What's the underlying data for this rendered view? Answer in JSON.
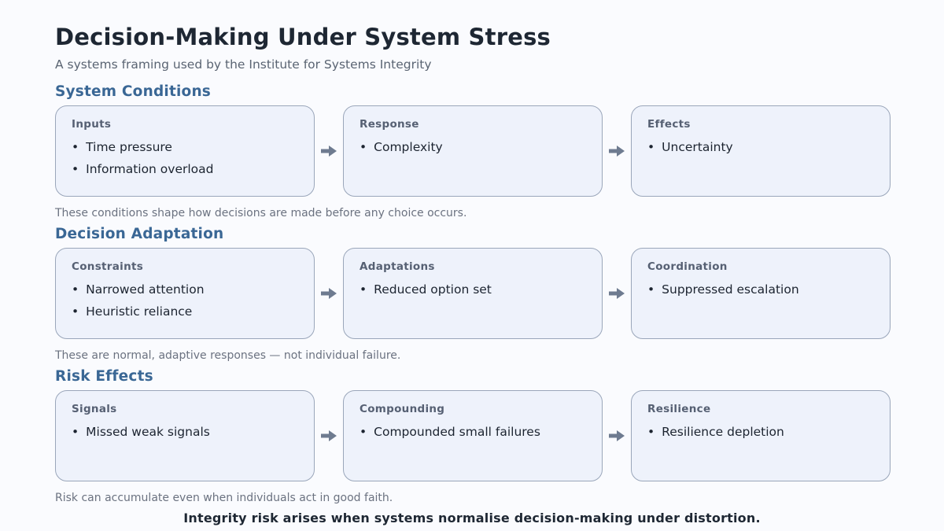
{
  "page": {
    "title": "Decision-Making Under System Stress",
    "subtitle": "A systems framing used by the Institute for Systems Integrity",
    "footer": "Integrity risk arises when systems normalise decision-making under distortion."
  },
  "colors": {
    "background": "#fafbfe",
    "title": "#1e2733",
    "section_heading": "#3a6795",
    "box_background": "#eef2fb",
    "box_border": "#9aa6ba",
    "box_label": "#566073",
    "bullet_text": "#1c2430",
    "arrow": "#6e7b90",
    "caption": "#6b7280"
  },
  "sections": [
    {
      "heading": "System Conditions",
      "caption": "These conditions shape how decisions are made before any choice occurs.",
      "boxes": [
        {
          "label": "Inputs",
          "items": [
            "Time pressure",
            "Information overload"
          ]
        },
        {
          "label": "Response",
          "items": [
            "Complexity"
          ]
        },
        {
          "label": "Effects",
          "items": [
            "Uncertainty"
          ]
        }
      ]
    },
    {
      "heading": "Decision Adaptation",
      "caption": "These are normal, adaptive responses — not individual failure.",
      "boxes": [
        {
          "label": "Constraints",
          "items": [
            "Narrowed attention",
            "Heuristic reliance"
          ]
        },
        {
          "label": "Adaptations",
          "items": [
            "Reduced option set"
          ]
        },
        {
          "label": "Coordination",
          "items": [
            "Suppressed escalation"
          ]
        }
      ]
    },
    {
      "heading": "Risk Effects",
      "caption": "Risk can accumulate even when individuals act in good faith.",
      "boxes": [
        {
          "label": "Signals",
          "items": [
            "Missed weak signals"
          ]
        },
        {
          "label": "Compounding",
          "items": [
            "Compounded small failures"
          ]
        },
        {
          "label": "Resilience",
          "items": [
            "Resilience depletion"
          ]
        }
      ]
    }
  ]
}
